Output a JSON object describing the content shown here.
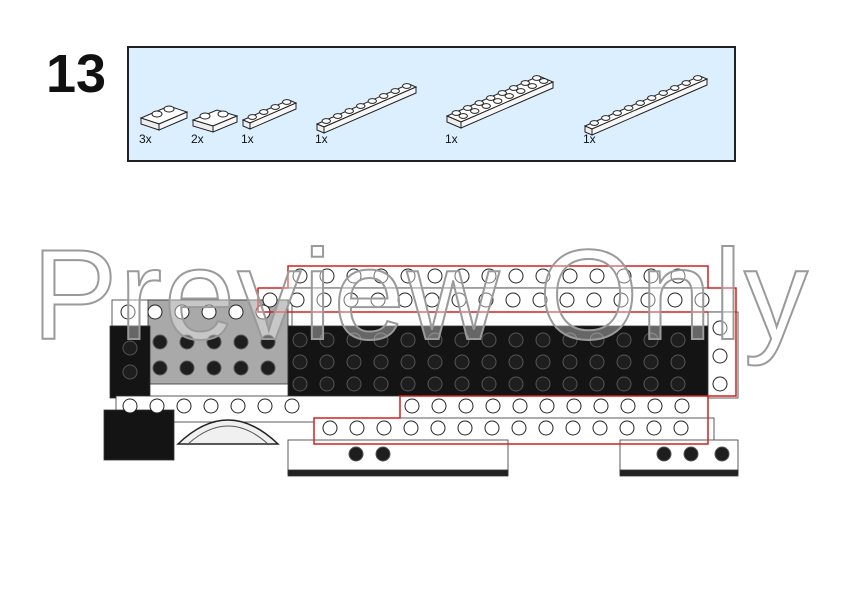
{
  "step": {
    "number": "13"
  },
  "parts": [
    {
      "qty": "3x",
      "kind": "plate-1x2"
    },
    {
      "qty": "2x",
      "kind": "plate-1x2-jumper"
    },
    {
      "qty": "1x",
      "kind": "plate-1x4"
    },
    {
      "qty": "1x",
      "kind": "plate-1x8"
    },
    {
      "qty": "1x",
      "kind": "plate-2x8"
    },
    {
      "qty": "1x",
      "kind": "plate-1x10"
    }
  ],
  "watermark": {
    "text": "Preview Only"
  },
  "colors": {
    "panel": "#dcefff",
    "brick_white": "#ffffff",
    "brick_black": "#141414",
    "brick_gray": "#a9a9a9",
    "highlight": "#d32020"
  }
}
